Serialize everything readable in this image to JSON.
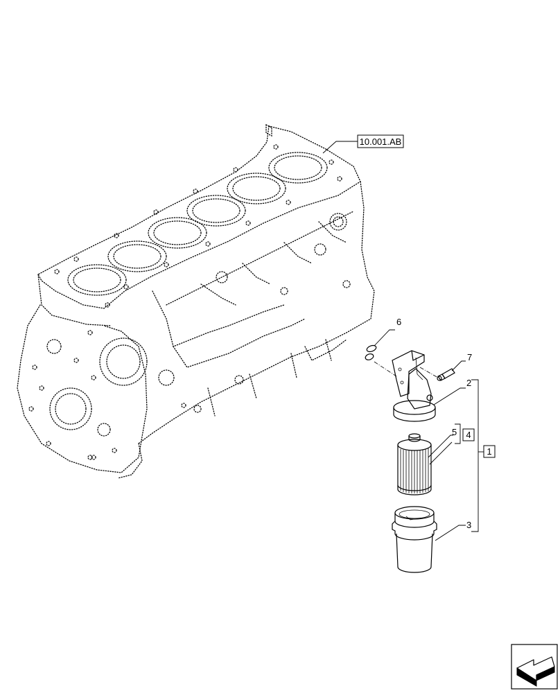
{
  "reference_label": "10.001.AB",
  "callouts": {
    "c1": "1",
    "c2": "2",
    "c3": "3",
    "c4": "4",
    "c5": "5",
    "c6": "6",
    "c7": "7"
  },
  "icons": {
    "navigation": "next-page-arrow-icon"
  }
}
